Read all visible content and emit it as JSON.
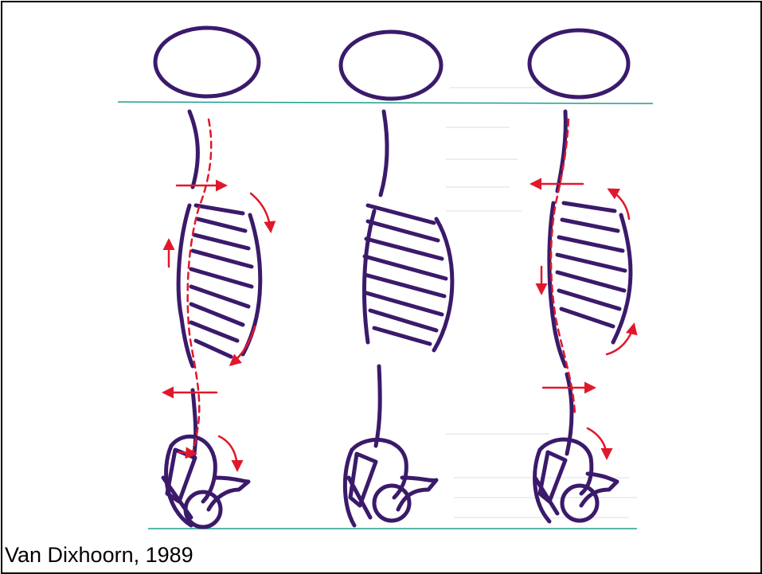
{
  "caption": "Van Dixhoorn, 1989",
  "colors": {
    "figure_ink": "#3b1a6b",
    "arrow_red": "#e0182b",
    "guide_teal": "#1f9e8e",
    "frame": "#000000"
  },
  "figures": [
    {
      "name": "left-posture",
      "has_arrows": true
    },
    {
      "name": "middle-posture",
      "has_arrows": false
    },
    {
      "name": "right-posture",
      "has_arrows": true
    }
  ]
}
